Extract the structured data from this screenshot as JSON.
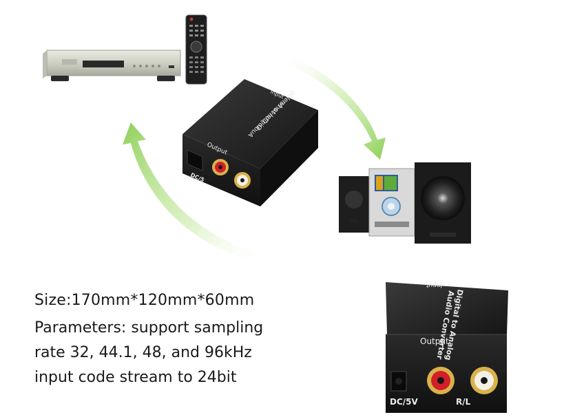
{
  "product": {
    "top_face": {
      "input_label": "Input",
      "title_line1": "Digital to Analog",
      "title_line2": "Audio Converter"
    },
    "front": {
      "output_label": "Output",
      "power_label": "DC/5V",
      "channel_label": "R/L"
    },
    "small_front": {
      "power_label": "DC/5"
    }
  },
  "specs": {
    "size": "Size:170mm*120mm*60mm",
    "params_line1": "Parameters: support sampling",
    "params_line2": "rate 32, 44.1, 48, and 96kHz",
    "params_line3": "input code stream to 24bit"
  },
  "colors": {
    "arrow": "#9fd86a",
    "device_body": "#1c1c1c",
    "player_silver": "#cfd0c4",
    "rca_red": "#d21f2a",
    "rca_white": "#f3f0e6",
    "gold": "#d8b24a"
  }
}
